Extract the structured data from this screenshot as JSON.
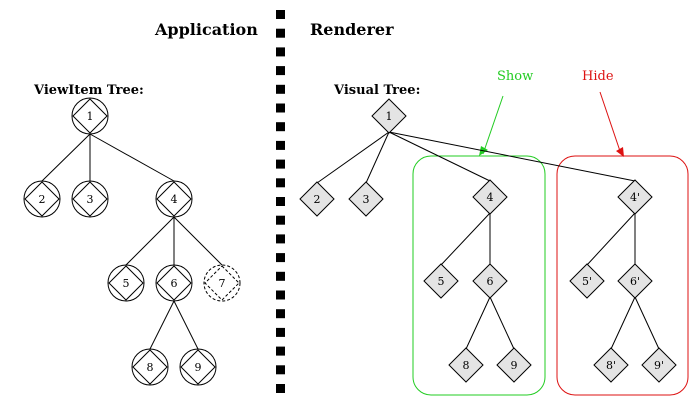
{
  "headers": {
    "application": "Application",
    "renderer": "Renderer"
  },
  "tree_labels": {
    "viewitem": "ViewItem Tree:",
    "visual": "Visual Tree:"
  },
  "annotations": {
    "show": "Show",
    "hide": "Hide"
  },
  "colors": {
    "show": "#22cc22",
    "hide": "#dd1111",
    "diamond_fill": "#e4e4e4",
    "line": "#000000",
    "divider": "#000000"
  },
  "viewitem_tree": {
    "nodes": [
      {
        "id": "1",
        "label": "1",
        "style": "solid"
      },
      {
        "id": "2",
        "label": "2",
        "style": "solid"
      },
      {
        "id": "3",
        "label": "3",
        "style": "solid"
      },
      {
        "id": "4",
        "label": "4",
        "style": "solid"
      },
      {
        "id": "5",
        "label": "5",
        "style": "solid"
      },
      {
        "id": "6",
        "label": "6",
        "style": "solid"
      },
      {
        "id": "7",
        "label": "7",
        "style": "dashed"
      },
      {
        "id": "8",
        "label": "8",
        "style": "solid"
      },
      {
        "id": "9",
        "label": "9",
        "style": "solid"
      }
    ],
    "edges": [
      [
        "1",
        "2"
      ],
      [
        "1",
        "3"
      ],
      [
        "1",
        "4"
      ],
      [
        "4",
        "5"
      ],
      [
        "4",
        "6"
      ],
      [
        "4",
        "7"
      ],
      [
        "6",
        "8"
      ],
      [
        "6",
        "9"
      ]
    ]
  },
  "visual_tree": {
    "nodes": [
      {
        "id": "1",
        "label": "1"
      },
      {
        "id": "2",
        "label": "2"
      },
      {
        "id": "3",
        "label": "3"
      },
      {
        "id": "4",
        "label": "4"
      },
      {
        "id": "5",
        "label": "5"
      },
      {
        "id": "6",
        "label": "6"
      },
      {
        "id": "8",
        "label": "8"
      },
      {
        "id": "9",
        "label": "9"
      },
      {
        "id": "4p",
        "label": "4'"
      },
      {
        "id": "5p",
        "label": "5'"
      },
      {
        "id": "6p",
        "label": "6'"
      },
      {
        "id": "8p",
        "label": "8'"
      },
      {
        "id": "9p",
        "label": "9'"
      }
    ],
    "edges": [
      [
        "1",
        "2"
      ],
      [
        "1",
        "3"
      ],
      [
        "1",
        "4"
      ],
      [
        "1",
        "4p"
      ],
      [
        "4",
        "5"
      ],
      [
        "4",
        "6"
      ],
      [
        "6",
        "8"
      ],
      [
        "6",
        "9"
      ],
      [
        "4p",
        "5p"
      ],
      [
        "4p",
        "6p"
      ],
      [
        "6p",
        "8p"
      ],
      [
        "6p",
        "9p"
      ]
    ]
  }
}
